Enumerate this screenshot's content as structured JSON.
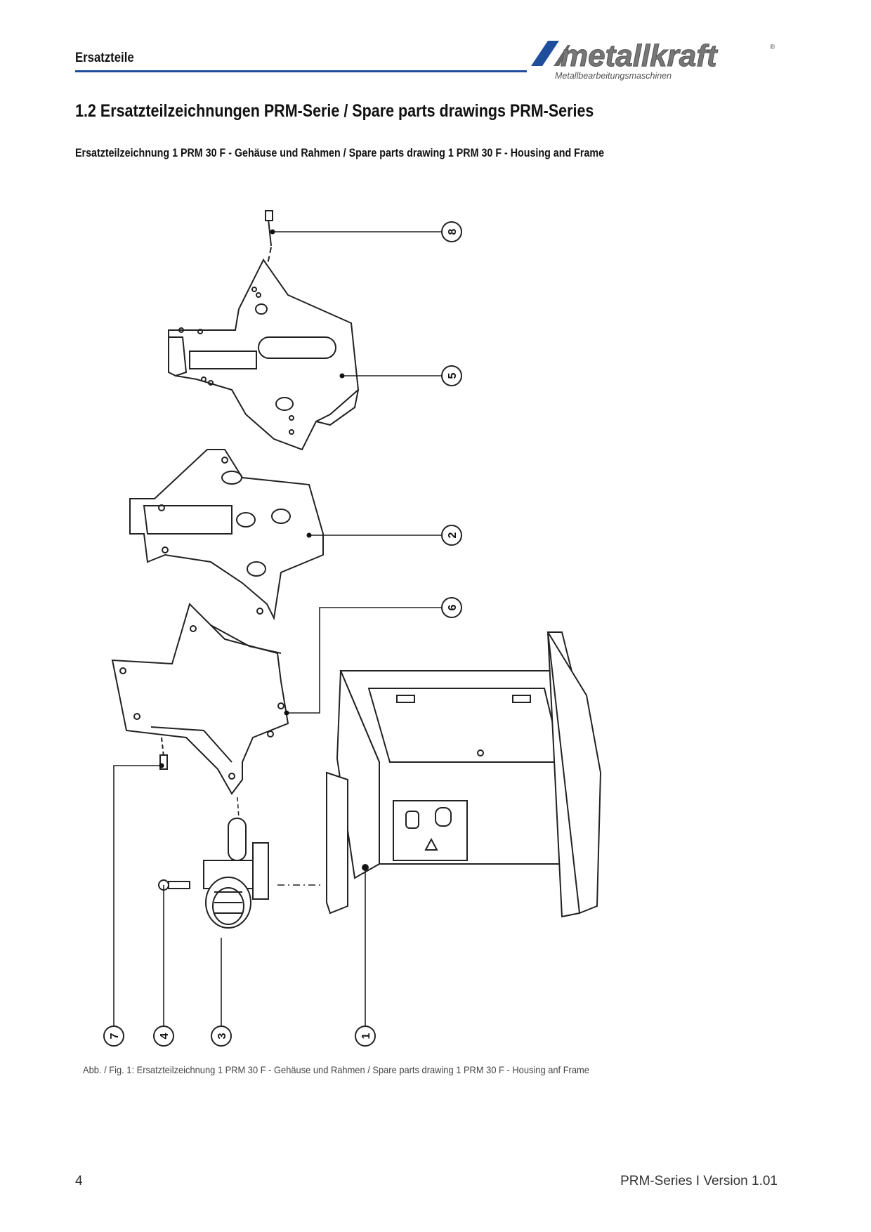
{
  "header": {
    "section_label": "Ersatzteile",
    "logo_text": "metallkraft",
    "logo_registered": "®",
    "logo_tagline": "Metallbearbeitungsmaschinen",
    "rule_color": "#1f4e9c"
  },
  "section_title": "1.2  Ersatzteilzeichnungen PRM-Serie / Spare parts drawings PRM-Series",
  "drawing_title": "Ersatzteilzeichnung 1 PRM 30 F - Gehäuse und Rahmen / Spare parts drawing 1 PRM 30 F - Housing and Frame",
  "callouts": {
    "c8": "8",
    "c5": "5",
    "c2": "2",
    "c6": "6",
    "c7": "7",
    "c4": "4",
    "c3": "3",
    "c1": "1"
  },
  "caption": "Abb. / Fig. 1: Ersatzteilzeichnung 1 PRM 30 F - Gehäuse und Rahmen / Spare parts drawing 1 PRM 30 F - Housing anf Frame",
  "footer": {
    "page_number": "4",
    "version": "PRM-Series I Version 1.01"
  }
}
